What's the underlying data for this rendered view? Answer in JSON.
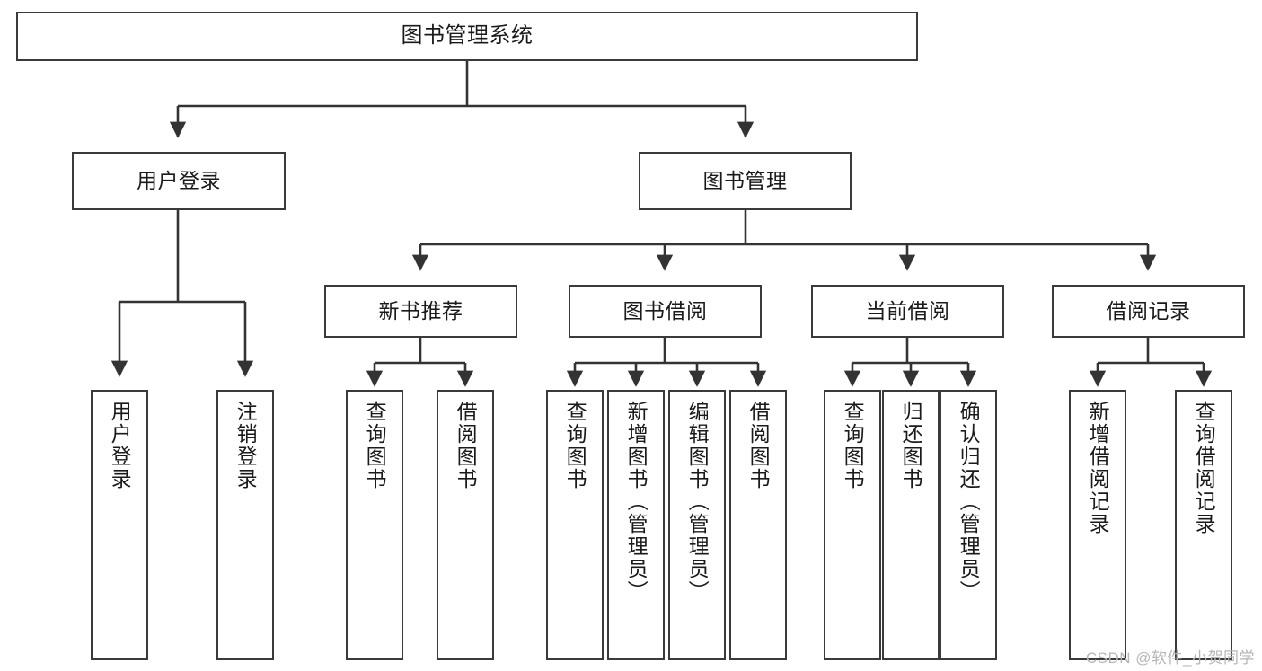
{
  "diagram": {
    "title": "图书管理系统",
    "type": "tree-hierarchy-chart",
    "watermark": "CSDN @软件_小贺同学",
    "colors": {
      "box_border": "#3a3a3a",
      "box_fill": "#ffffff",
      "connector": "#333333",
      "text": "#1a1a1a",
      "watermark": "#b6b6b6"
    }
  },
  "nodes": {
    "root": {
      "label": "图书管理系统"
    },
    "level2": [
      {
        "label": "用户登录"
      },
      {
        "label": "图书管理"
      }
    ],
    "level3": [
      {
        "label": "新书推荐"
      },
      {
        "label": "图书借阅"
      },
      {
        "label": "当前借阅"
      },
      {
        "label": "借阅记录"
      }
    ],
    "leaves": {
      "user_login": [
        {
          "label": "用户登录"
        },
        {
          "label": "注销登录"
        }
      ],
      "new_book": [
        {
          "label": "查询图书"
        },
        {
          "label": "借阅图书"
        }
      ],
      "book_borrow": [
        {
          "label": "查询图书"
        },
        {
          "label": "新增图书（管理员）"
        },
        {
          "label": "编辑图书（管理员）"
        },
        {
          "label": "借阅图书"
        }
      ],
      "current_borrow": [
        {
          "label": "查询图书"
        },
        {
          "label": "归还图书"
        },
        {
          "label": "确认归还（管理员）"
        }
      ],
      "borrow_record": [
        {
          "label": "新增借阅记录"
        },
        {
          "label": "查询借阅记录"
        }
      ]
    }
  }
}
